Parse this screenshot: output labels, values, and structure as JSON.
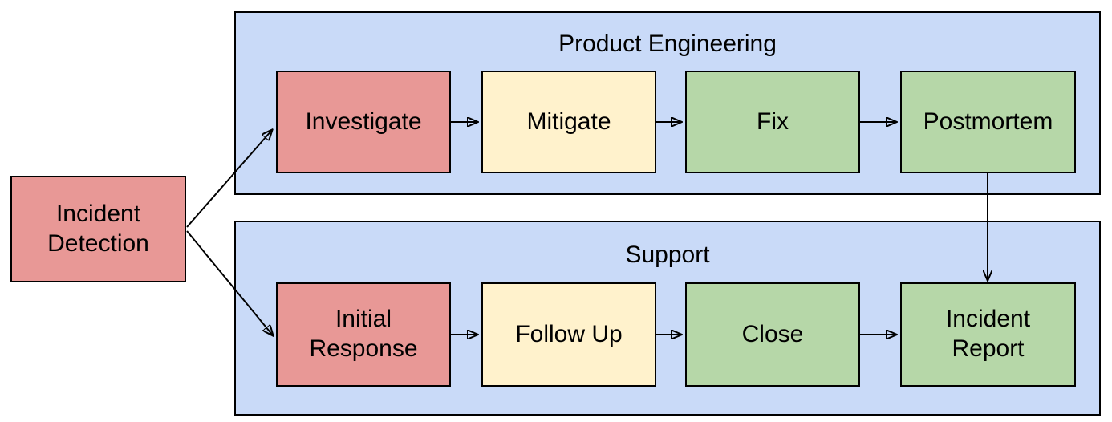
{
  "diagram": {
    "type": "flowchart",
    "start_node": {
      "label": "Incident\nDetection",
      "color_key": "node_red"
    },
    "lanes": [
      {
        "title": "Product Engineering",
        "nodes": [
          {
            "label": "Investigate",
            "color_key": "node_red"
          },
          {
            "label": "Mitigate",
            "color_key": "node_yellow"
          },
          {
            "label": "Fix",
            "color_key": "node_green"
          },
          {
            "label": "Postmortem",
            "color_key": "node_green"
          }
        ]
      },
      {
        "title": "Support",
        "nodes": [
          {
            "label": "Initial\nResponse",
            "color_key": "node_red"
          },
          {
            "label": "Follow Up",
            "color_key": "node_yellow"
          },
          {
            "label": "Close",
            "color_key": "node_green"
          },
          {
            "label": "Incident\nReport",
            "color_key": "node_green"
          }
        ]
      }
    ],
    "edges": [
      {
        "from": "Incident Detection",
        "to": "Investigate"
      },
      {
        "from": "Incident Detection",
        "to": "Initial Response"
      },
      {
        "from": "Investigate",
        "to": "Mitigate"
      },
      {
        "from": "Mitigate",
        "to": "Fix"
      },
      {
        "from": "Fix",
        "to": "Postmortem"
      },
      {
        "from": "Postmortem",
        "to": "Incident Report"
      },
      {
        "from": "Initial Response",
        "to": "Follow Up"
      },
      {
        "from": "Follow Up",
        "to": "Close"
      },
      {
        "from": "Close",
        "to": "Incident Report"
      }
    ],
    "colors": {
      "node_red": "#e89896",
      "node_yellow": "#fff2cc",
      "node_green": "#b6d7a8",
      "lane_fill": "#c9daf8",
      "stroke": "#000000",
      "background": "#ffffff"
    }
  }
}
